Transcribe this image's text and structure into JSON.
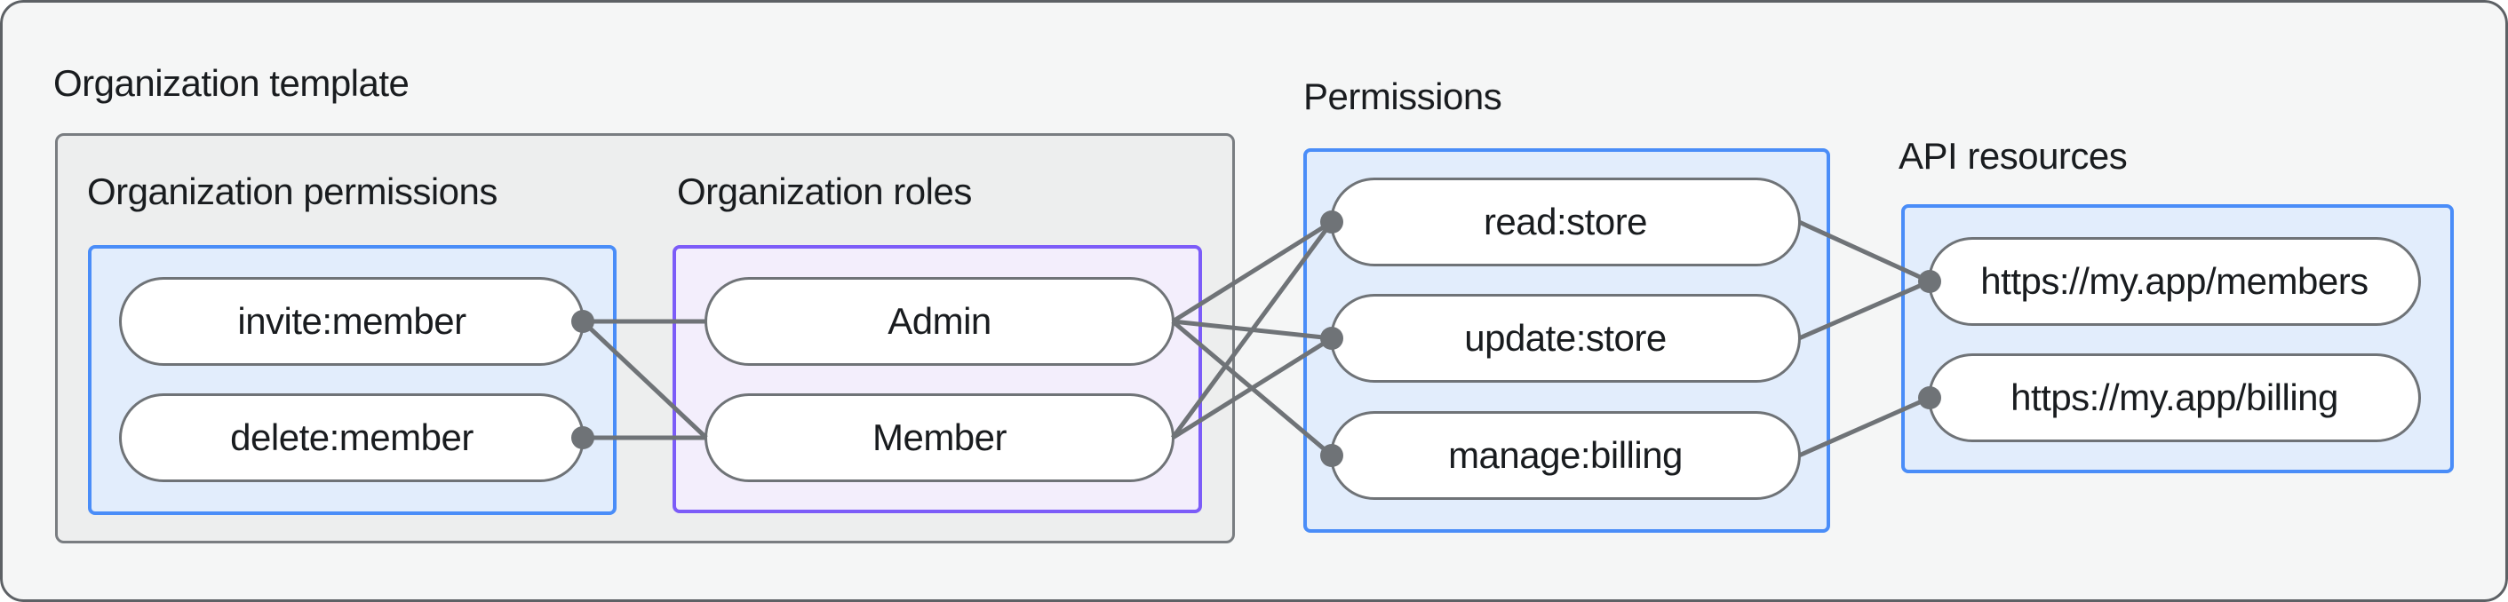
{
  "title": "Organization template",
  "groups": {
    "org_permissions": {
      "label": "Organization permissions",
      "items": [
        {
          "id": "invite_member",
          "label": "invite:member"
        },
        {
          "id": "delete_member",
          "label": "delete:member"
        }
      ]
    },
    "org_roles": {
      "label": "Organization roles",
      "items": [
        {
          "id": "admin",
          "label": "Admin"
        },
        {
          "id": "member",
          "label": "Member"
        }
      ]
    },
    "permissions": {
      "label": "Permissions",
      "items": [
        {
          "id": "read_store",
          "label": "read:store"
        },
        {
          "id": "update_store",
          "label": "update:store"
        },
        {
          "id": "manage_billing",
          "label": "manage:billing"
        }
      ]
    },
    "api_resources": {
      "label": "API resources",
      "items": [
        {
          "id": "api_members",
          "label": "https://my.app/members"
        },
        {
          "id": "api_billing",
          "label": "https://my.app/billing"
        }
      ]
    }
  },
  "edges": [
    {
      "from": "invite_member",
      "to": "admin"
    },
    {
      "from": "invite_member",
      "to": "member"
    },
    {
      "from": "delete_member",
      "to": "member"
    },
    {
      "from": "admin",
      "to": "read_store"
    },
    {
      "from": "admin",
      "to": "update_store"
    },
    {
      "from": "admin",
      "to": "manage_billing"
    },
    {
      "from": "member",
      "to": "read_store"
    },
    {
      "from": "member",
      "to": "update_store"
    },
    {
      "from": "read_store",
      "to": "api_members"
    },
    {
      "from": "update_store",
      "to": "api_members"
    },
    {
      "from": "manage_billing",
      "to": "api_billing"
    }
  ],
  "dot_nodes": {
    "invite_member": "right",
    "delete_member": "right",
    "read_store": "left",
    "update_store": "left",
    "manage_billing": "left",
    "api_members": "left",
    "api_billing": "left"
  },
  "colors": {
    "page_background": "#F5F6F6",
    "outer_box_fill": "#EDEEEE",
    "outer_box_border": "#797d81",
    "blue_box_fill": "#E2EDFC",
    "blue_box_border": "#4A8DF8",
    "purple_box_fill": "#F3EEFC",
    "purple_box_border": "#7C5CF8",
    "pill_fill": "#FFFFFF",
    "pill_border": "#6F7377",
    "connector": "#6F7377",
    "text": "#191C1F"
  }
}
